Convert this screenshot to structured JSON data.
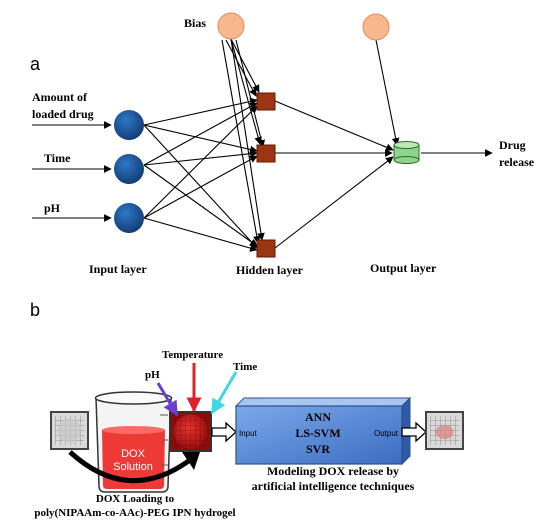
{
  "panel_a": {
    "label": "a",
    "bias_label": "Bias",
    "inputs": [
      "Amount of",
      "loaded drug",
      "Time",
      "pH"
    ],
    "output_label_1": "Drug",
    "output_label_2": "release",
    "layer_labels": {
      "input": "Input layer",
      "hidden": "Hidden layer",
      "output": "Output layer"
    }
  },
  "panel_b": {
    "label": "b",
    "temperature": "Temperature",
    "time": "Time",
    "ph": "pH",
    "dox_line1": "DOX",
    "dox_line2": "Solution",
    "input_tag": "Input",
    "output_tag": "Output",
    "models": [
      "ANN",
      "LS-SVM",
      "SVR"
    ],
    "caption_line1": "Modeling DOX release by",
    "caption_line2": "artificial intelligence techniques",
    "loading_line1": "DOX Loading to",
    "loading_line2": "poly(NIPAAm-co-AAc)-PEG IPN hydrogel"
  },
  "colors": {
    "input_node": "#1f5fa8",
    "hidden_node": "#9b3512",
    "bias_node": "#f7b88e",
    "output_node": "#8fd48a",
    "model_box": "#5b8fd9",
    "dox_red": "#e8322e"
  }
}
